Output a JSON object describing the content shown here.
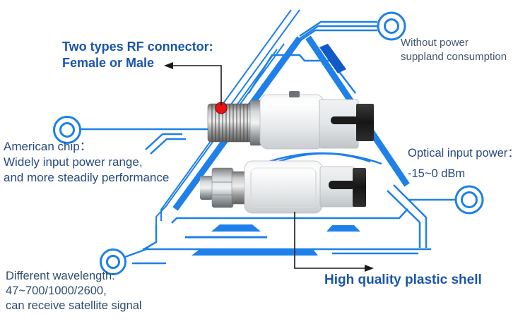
{
  "title": "Optical converter product feature diagram",
  "annotations": {
    "rf_connector": {
      "line1": "Two types RF connector:",
      "line2": "Female or Male"
    },
    "power_supply": {
      "line1": "Without power",
      "line2": "suppland consumption"
    },
    "american_chip": {
      "line1": "American chip：",
      "line2": "Widely input power range,",
      "line3": "and more steadily performance"
    },
    "optical_input": {
      "line1": "Optical input power：",
      "line2": "-15~0 dBm"
    },
    "wavelength": {
      "line1": "Different wavelength:",
      "line2": "47~700/1000/2600,",
      "line3": "can receive satellite signal"
    },
    "plastic_shell": {
      "label": "High quality plastic shell"
    }
  },
  "icons": {
    "circuit_node": "double concentric ring",
    "marker_dot": "red dot on RF thread",
    "arrow_left": "black elbow arrow pointing left",
    "arrow_right": "black elbow arrow pointing right"
  },
  "colors": {
    "accent_blue": "#1E80E8",
    "accent_dark_blue": "#1159C9",
    "heading_blue": "#1A55AE",
    "text_navy": "#26497E",
    "text_gray_blue": "#42586E",
    "marker_red": "#E51313",
    "arrow_black": "#1A1A1A"
  }
}
